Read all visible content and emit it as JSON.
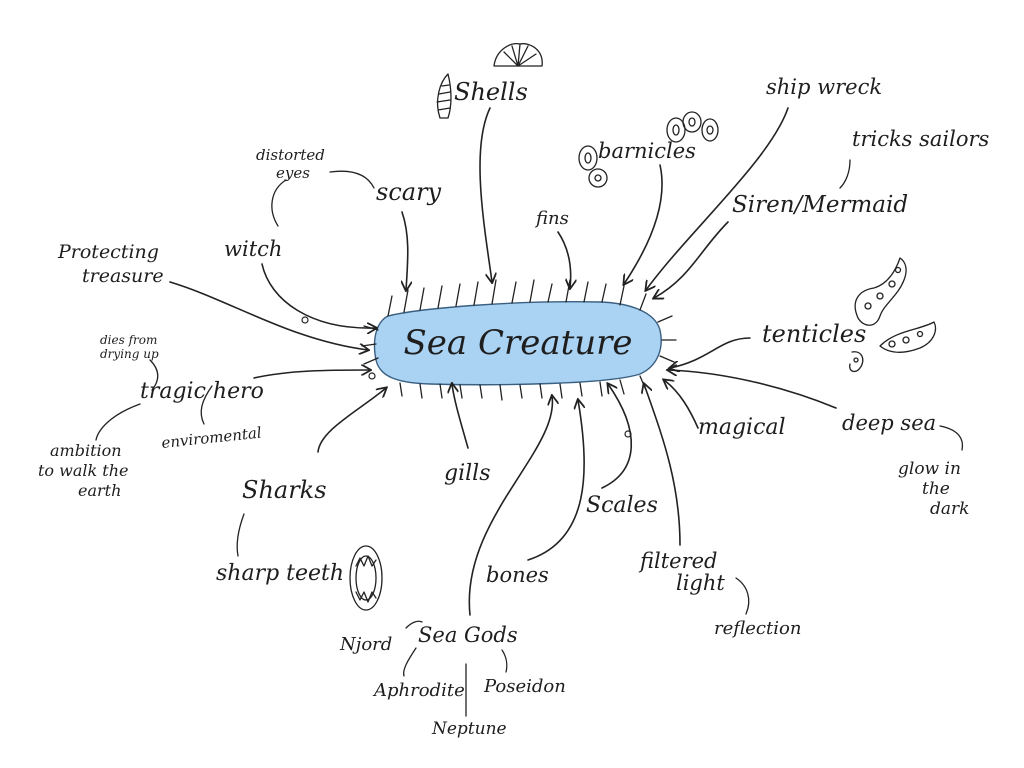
{
  "colors": {
    "ink": "#1e1e1e",
    "blob_fill": "#a9d2f3",
    "background": "#ffffff"
  },
  "center": {
    "label": "Sea Creature"
  },
  "nodes": {
    "shells": "Shells",
    "barnicles": "barnicles",
    "ship_wreck": "ship wreck",
    "tricks_sailors": "tricks sailors",
    "siren_mermaid": "Siren/Mermaid",
    "fins": "fins",
    "scary": "scary",
    "distorted_eyes_1": "distorted",
    "distorted_eyes_2": "eyes",
    "witch": "witch",
    "protecting_treasure_1": "Protecting",
    "protecting_treasure_2": "treasure",
    "dies_from_drying_up_1": "dies from",
    "dies_from_drying_up_2": "drying up",
    "tragic_hero": "tragic hero",
    "ambition_1": "ambition",
    "ambition_2": "to walk the",
    "ambition_3": "earth",
    "environmental": "enviromental",
    "tenticles": "tenticles",
    "magical": "magical",
    "deep_sea": "deep sea",
    "glow_1": "glow in",
    "glow_2": "the",
    "glow_3": "dark",
    "sharks": "Sharks",
    "sharp_teeth": "sharp teeth",
    "gills": "gills",
    "scales": "Scales",
    "bones": "bones",
    "filtered_light_1": "filtered",
    "filtered_light_2": "light",
    "reflection": "reflection",
    "sea_gods": "Sea Gods",
    "njord": "Njord",
    "aphrodite": "Aphrodite",
    "poseidon": "Poseidon",
    "neptune": "Neptune"
  },
  "icons": [
    "shell-icon",
    "scallop-shell-icon",
    "barnacle-icon",
    "tentacle-icon",
    "shark-jaw-icon"
  ]
}
